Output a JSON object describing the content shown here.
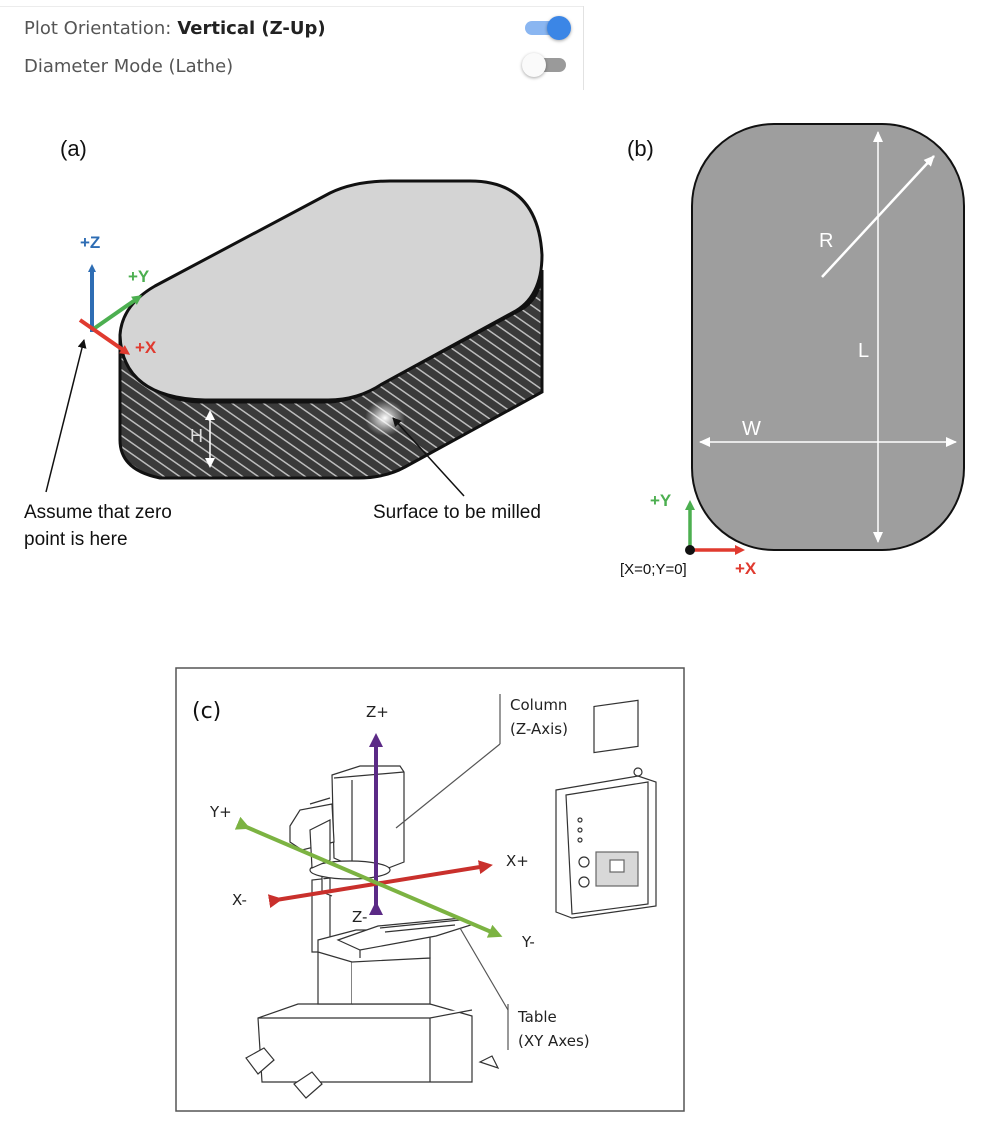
{
  "settings": {
    "plot_orientation_label": "Plot Orientation:",
    "plot_orientation_value": "Vertical (Z-Up)",
    "plot_orientation_on": true,
    "diameter_mode_label": "Diameter Mode (Lathe)",
    "diameter_mode_on": false
  },
  "panel_a": {
    "label": "(a)",
    "axis_z": "+Z",
    "axis_y": "+Y",
    "axis_x": "+X",
    "height_label": "H",
    "zero_note_line1": "Assume that zero",
    "zero_note_line2": "point is here",
    "surface_note": "Surface to be milled"
  },
  "panel_b": {
    "label": "(b)",
    "radius_label": "R",
    "length_label": "L",
    "width_label": "W",
    "axis_y": "+Y",
    "axis_x": "+X",
    "origin_label": "[X=0;Y=0]"
  },
  "panel_c": {
    "label": "(c)",
    "z_plus": "Z+",
    "z_minus": "Z-",
    "x_plus": "X+",
    "x_minus": "X-",
    "y_plus": "Y+",
    "y_minus": "Y-",
    "column_line1": "Column",
    "column_line2": "(Z-Axis)",
    "table_line1": "Table",
    "table_line2": "(XY Axes)"
  },
  "colors": {
    "axis_z": "#2e6db4",
    "axis_y": "#4caf50",
    "axis_x": "#e03a2f",
    "z_purple": "#5b2a86",
    "x_red": "#c9302c",
    "y_green": "#7cb342",
    "toggle_on": "#3b86e6"
  }
}
